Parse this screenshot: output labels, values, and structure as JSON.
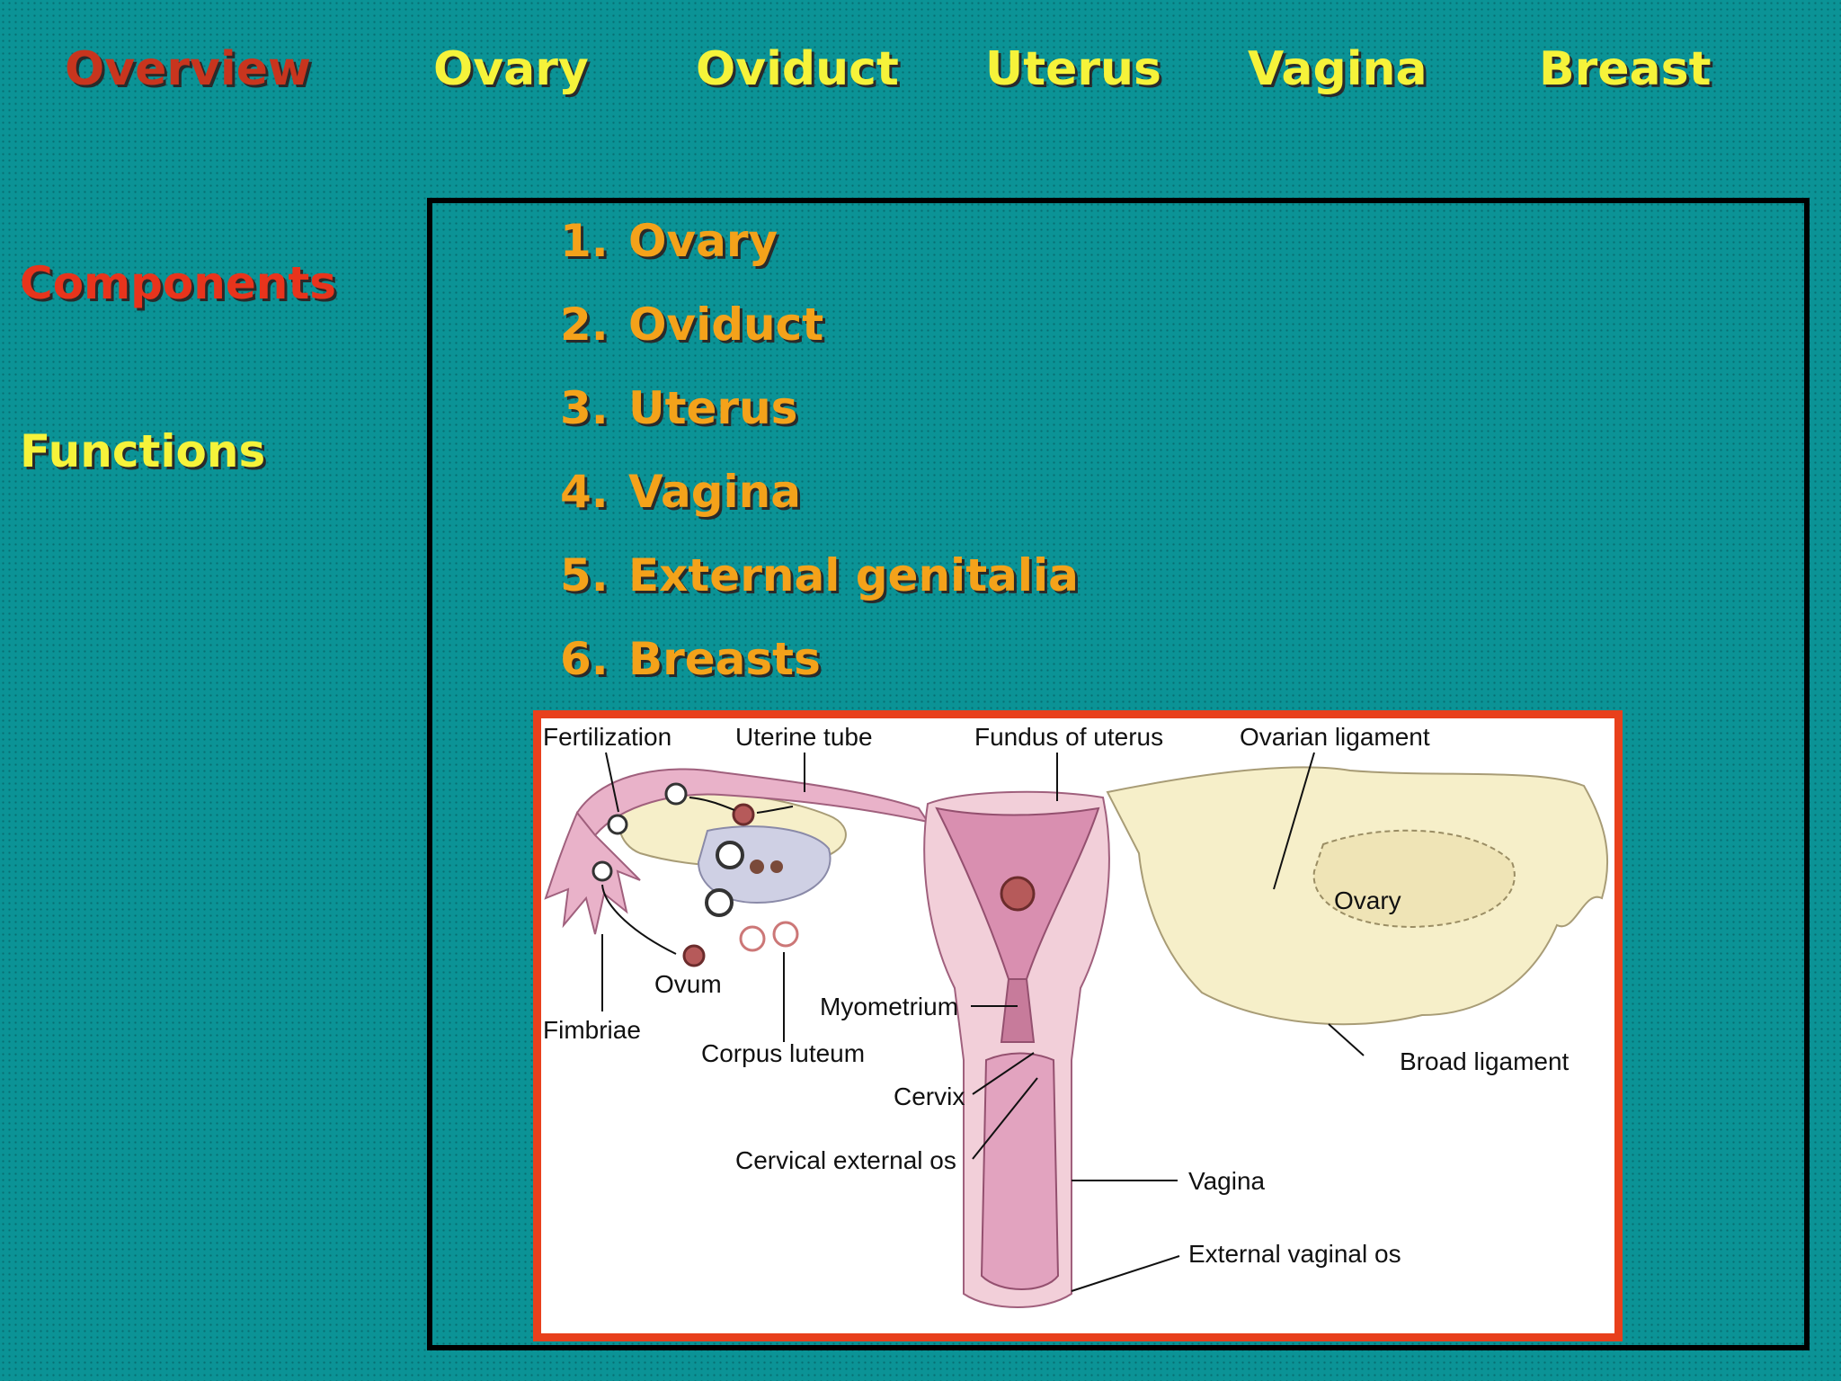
{
  "nav": [
    {
      "label": "Overview",
      "active": true
    },
    {
      "label": "Ovary"
    },
    {
      "label": "Oviduct"
    },
    {
      "label": "Uterus"
    },
    {
      "label": "Vagina"
    },
    {
      "label": "Breast"
    }
  ],
  "sidebar": {
    "components": "Components",
    "functions": "Functions"
  },
  "components": [
    {
      "num": "1.",
      "label": "Ovary"
    },
    {
      "num": "2.",
      "label": "Oviduct"
    },
    {
      "num": "3.",
      "label": "Uterus"
    },
    {
      "num": "4.",
      "label": "Vagina"
    },
    {
      "num": "5.",
      "label": "External genitalia"
    },
    {
      "num": "6.",
      "label": "Breasts"
    }
  ],
  "figure": {
    "labels": {
      "fertilization": "Fertilization",
      "uterine_tube": "Uterine tube",
      "fundus": "Fundus of uterus",
      "ovarian_ligament": "Ovarian ligament",
      "ovary": "Ovary",
      "ovum": "Ovum",
      "fimbriae": "Fimbriae",
      "myometrium": "Myometrium",
      "corpus_luteum": "Corpus luteum",
      "cervix": "Cervix",
      "cervical_external_os": "Cervical external os",
      "vagina": "Vagina",
      "external_vaginal_os": "External vaginal os",
      "broad_ligament": "Broad ligament"
    }
  },
  "colors": {
    "background": "#0b9396",
    "nav_text": "#f6f33a",
    "active_text": "#c8351e",
    "list_text": "#f4a21a",
    "figure_border": "#e8401c"
  }
}
